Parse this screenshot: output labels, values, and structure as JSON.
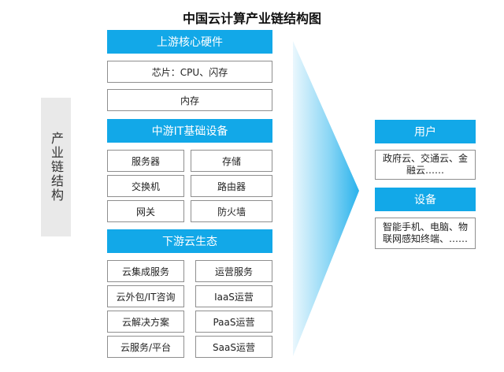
{
  "title": "中国云计算产业链结构图",
  "side_label": "产业链结构",
  "upstream": {
    "header": "上游核心硬件",
    "chips": "芯片：CPU、闪存",
    "memory": "内存"
  },
  "midstream": {
    "header": "中游IT基础设备",
    "items": [
      "服务器",
      "存储",
      "交换机",
      "路由器",
      "网关",
      "防火墙"
    ]
  },
  "downstream": {
    "header": "下游云生态",
    "items": [
      "云集成服务",
      "运营服务",
      "云外包/IT咨询",
      "IaaS运营",
      "云解决方案",
      "PaaS运营",
      "云服务/平台",
      "SaaS运营"
    ]
  },
  "users": {
    "header": "用户",
    "text": "政府云、交通云、金融云……"
  },
  "devices": {
    "header": "设备",
    "text": "智能手机、电脑、物联网感知终端、……"
  },
  "colors": {
    "header_blue": "#12a8e8",
    "arrow_light": "#eaf7fd",
    "arrow_dark": "#29b2ec"
  }
}
